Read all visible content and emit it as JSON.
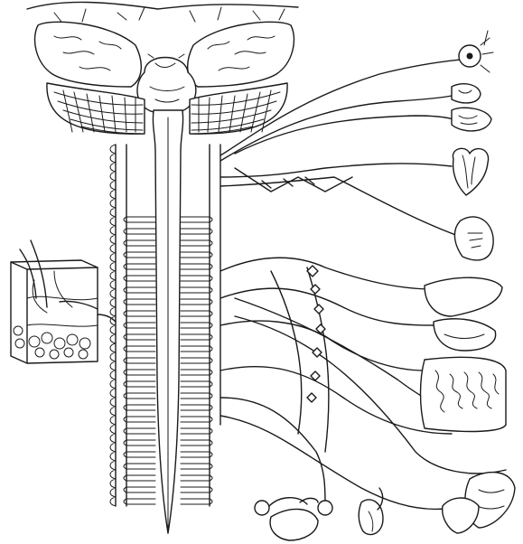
{
  "diagram": {
    "kind": "line-art illustration of the nervous system linking the brain and spinal cord to skin and internal organs",
    "ink_color": "#1a1a1a",
    "background_color": "#ffffff",
    "components": [
      "brain",
      "brainstem",
      "cerebellum",
      "spinal-cord",
      "spinal-nerve-roots",
      "sympathetic-chain",
      "skin-section",
      "eye",
      "salivary-glands",
      "heart",
      "lung",
      "stomach",
      "liver",
      "intestines",
      "bladder",
      "reproductive-organs"
    ]
  }
}
